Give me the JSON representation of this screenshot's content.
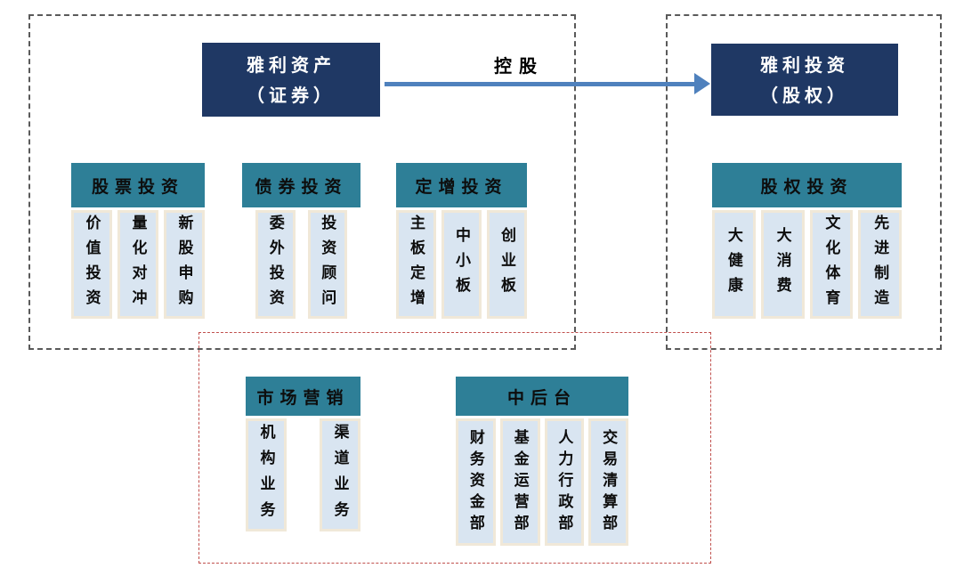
{
  "colors": {
    "parent_box_bg": "#1f3864",
    "parent_box_text": "#ffffff",
    "group_header_bg": "#2e7f97",
    "item_bg": "#d9e5f1",
    "item_border": "#f0e8d8",
    "arrow": "#4f81bd",
    "region_dash_gray": "#5a5a5a",
    "region_dash_red": "#c0504d"
  },
  "parents": {
    "left": {
      "line1": "雅利资产",
      "line2": "（证券）"
    },
    "right": {
      "line1": "雅利投资",
      "line2": "（股权）"
    }
  },
  "arrow": {
    "label": "控股"
  },
  "groups": {
    "stock": {
      "header": "股票投资",
      "items": [
        "价值投资",
        "量化对冲",
        "新股申购"
      ]
    },
    "bond": {
      "header": "债券投资",
      "items": [
        "委外投资",
        "投资顾问"
      ]
    },
    "placement": {
      "header": "定增投资",
      "items": [
        "主板定增",
        "中小板",
        "创业板"
      ]
    },
    "equity": {
      "header": "股权投资",
      "items": [
        "大健康",
        "大消费",
        "文化体育",
        "先进制造"
      ]
    },
    "marketing": {
      "header": "市场营销",
      "items": [
        "机构业务",
        "渠道业务"
      ]
    },
    "middle_back": {
      "header": "中后台",
      "items": [
        "财务资金部",
        "基金运营部",
        "人力行政部",
        "交易清算部"
      ]
    }
  }
}
